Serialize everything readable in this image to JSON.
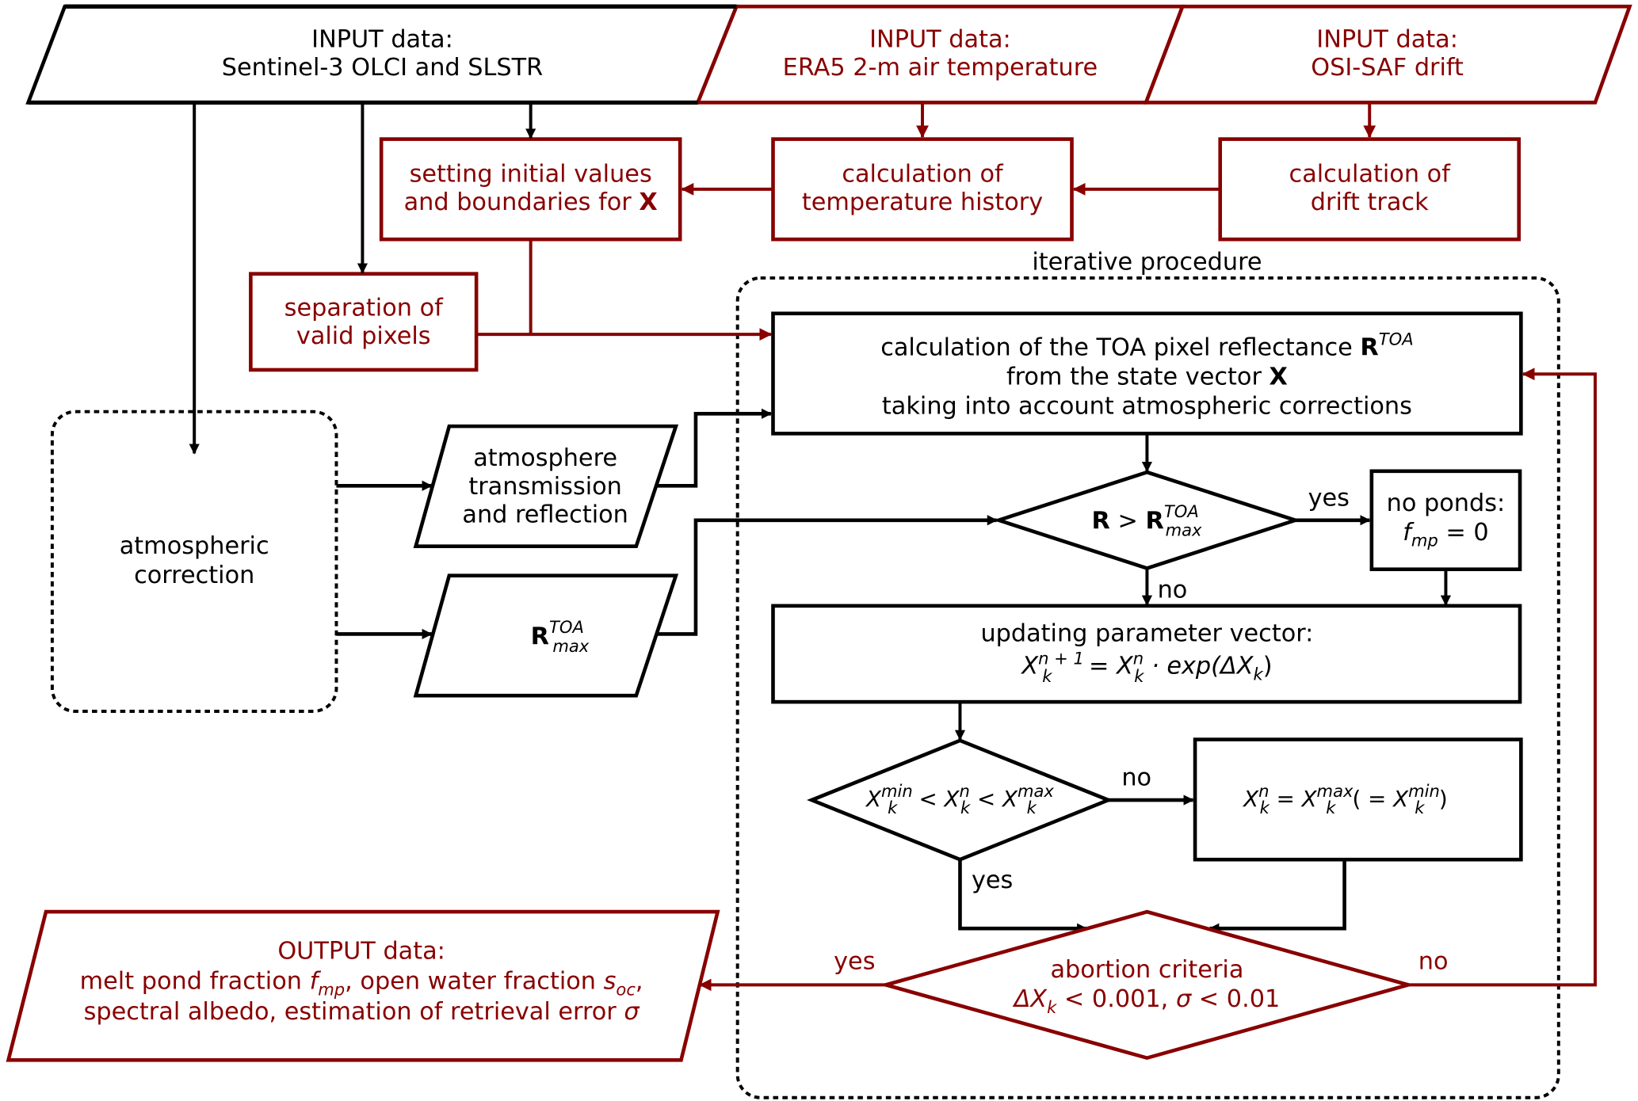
{
  "colors": {
    "primary_stroke": "#000000",
    "accent_red": "#880000",
    "background": "#ffffff"
  },
  "inputs": {
    "sentinel": {
      "line1": "INPUT data:",
      "line2": "Sentinel-3 OLCI and SLSTR"
    },
    "era5": {
      "line1": "INPUT data:",
      "line2": "ERA5 2-m air temperature"
    },
    "osisaf": {
      "line1": "INPUT data:",
      "line2": "OSI-SAF drift"
    }
  },
  "process_boxes": {
    "setting_initial": {
      "line1": "setting initial values",
      "line2_prefix": "and boundaries for ",
      "line2_bold": "X"
    },
    "temperature_history": {
      "line1": "calculation of",
      "line2": "temperature history"
    },
    "drift_track": {
      "line1": "calculation of",
      "line2": "drift track"
    },
    "separation": {
      "line1": "separation of",
      "line2": "valid pixels"
    },
    "toa_calc": {
      "line1_prefix": "calculation of the TOA pixel reflectance ",
      "line1_bold": "R",
      "line1_sup": "TOA",
      "line2_prefix": "from the state vector ",
      "line2_bold": "X",
      "line3": "taking into account atmospheric corrections"
    },
    "no_ponds": {
      "line1": "no ponds:",
      "var": "f",
      "sub": "mp",
      "rest": " = 0"
    },
    "updating": {
      "line1": "updating parameter vector:",
      "formula": {
        "lhs_var": "X",
        "lhs_sub": "k",
        "lhs_sup": "n + 1",
        "eq": " = ",
        "rhs_var": "X",
        "rhs_sub": "k",
        "rhs_sup": "n",
        "op": " · exp(ΔX",
        "op_sub": "k",
        "close": ")"
      }
    },
    "clamp": {
      "var": "X",
      "sub": "k",
      "sup": "n",
      "eq": " = ",
      "var2": "X",
      "sub2": "k",
      "sup2": "max",
      "paren_open": "( = ",
      "var3": "X",
      "sub3": "k",
      "sup3": "min",
      "paren_close": ")"
    }
  },
  "atmosphere": {
    "correction": {
      "line1": "atmospheric",
      "line2": "correction"
    },
    "transmission": {
      "line1": "atmosphere",
      "line2": "transmission",
      "line3": "and reflection"
    },
    "rmax": {
      "bold": "R",
      "sup": "TOA",
      "sub": "max"
    }
  },
  "decisions": {
    "reflectance": {
      "lhs": "R",
      "op": " > ",
      "rhs": "R",
      "sup": "TOA",
      "sub": "max"
    },
    "bounds": {
      "v1": "X",
      "s1": "k",
      "p1": "min",
      "lt": " < ",
      "v2": "X",
      "s2": "k",
      "p2": "n",
      "v3": "X",
      "s3": "k",
      "p3": "max"
    },
    "abortion": {
      "line1": "abortion criteria",
      "delta": "ΔX",
      "delta_sub": "k",
      "rest": " < 0.001,  ",
      "sigma": "σ",
      "rest2": " < 0.01"
    }
  },
  "labels": {
    "iterative": "iterative procedure",
    "yes": "yes",
    "no": "no"
  },
  "output": {
    "line1": "OUTPUT data:",
    "line2_a": "melt pond fraction ",
    "line2_fvar": "f",
    "line2_fsub": "mp",
    "line2_b": ", open water fraction ",
    "line2_svar": "s",
    "line2_ssub": "oc",
    "line2_c": ",",
    "line3_a": "spectral albedo, estimation of retrieval error ",
    "line3_sigma": "σ"
  }
}
